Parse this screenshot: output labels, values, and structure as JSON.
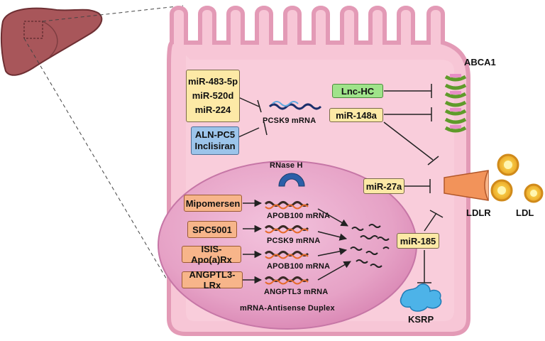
{
  "mirna_group": [
    "miR-483-5p",
    "miR-520d",
    "miR-224"
  ],
  "sirna_group": [
    "ALN-PC5",
    "Inclisiran"
  ],
  "pcsk9_mrna_top": "PCSK9 mRNA",
  "lnc_hc": "Lnc-HC",
  "mir_148a": "miR-148a",
  "abca1": "ABCA1",
  "rnase_h": "RNase H",
  "mir_27a": "miR-27a",
  "ldlr": "LDLR",
  "ldl": "LDL",
  "mir_185": "miR-185",
  "ksrp": "KSRP",
  "duplex_label": "mRNA-Antisense Duplex",
  "antisense": [
    {
      "drug": "Mipomersen",
      "mrna": "APOB100 mRNA"
    },
    {
      "drug": "SPC5001",
      "mrna": "PCSK9 mRNA"
    },
    {
      "drug": "ISIS-Apo(a)Rx",
      "mrna": "APOB100 mRNA"
    },
    {
      "drug": "ANGPTL3-LRx",
      "mrna": "ANGPTL3 mRNA"
    }
  ],
  "colors": {
    "cell_fill": "#f7c6d6",
    "cell_edge": "#e39ab6",
    "nucleus": "#e8a0c8",
    "liver": "#a8565a",
    "box_yellow": "#fde9a6",
    "box_blue": "#9cc4ea",
    "box_green": "#9fe38a",
    "box_orange": "#f7b58a"
  }
}
